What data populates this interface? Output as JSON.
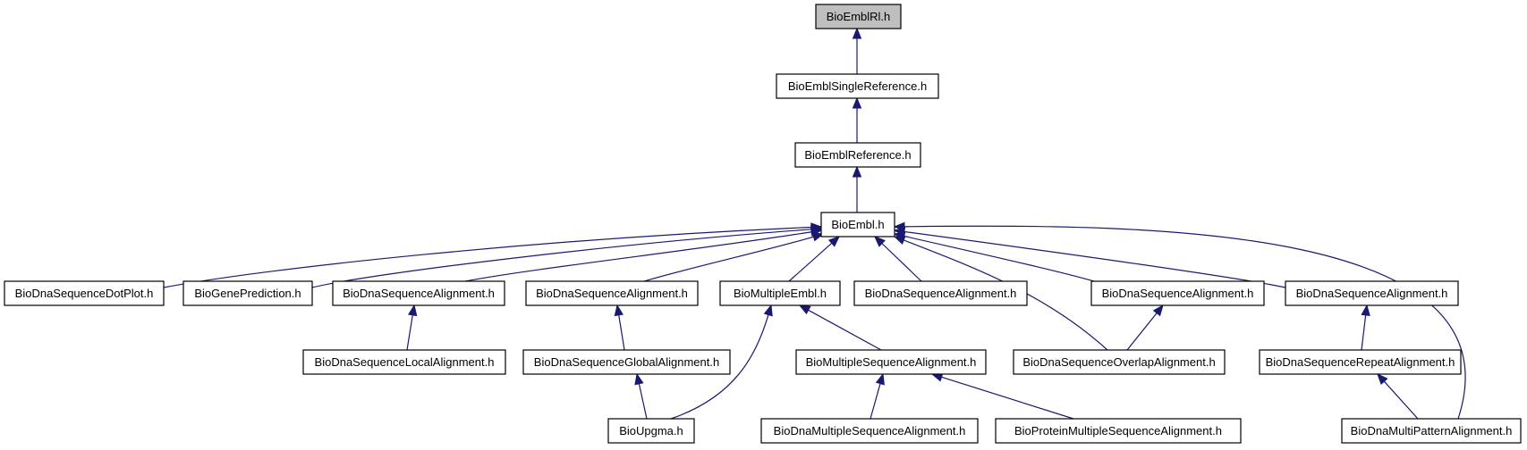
{
  "colors": {
    "edge": "#191970",
    "node_fill": "#ffffff",
    "root_fill": "#bfbfbf",
    "node_border": "#000000"
  },
  "nodes": [
    {
      "id": "n0",
      "label": "BioEmblRl.h",
      "root": true
    },
    {
      "id": "n1",
      "label": "BioEmblSingleReference.h"
    },
    {
      "id": "n2",
      "label": "BioEmblReference.h"
    },
    {
      "id": "n3",
      "label": "BioEmbl.h"
    },
    {
      "id": "n4",
      "label": "BioDnaSequenceDotPlot.h"
    },
    {
      "id": "n5",
      "label": "BioGenePrediction.h"
    },
    {
      "id": "n6",
      "label": "BioDnaSequenceAlignment.h"
    },
    {
      "id": "n7",
      "label": "BioDnaSequenceAlignment.h"
    },
    {
      "id": "n8",
      "label": "BioMultipleEmbl.h"
    },
    {
      "id": "n9",
      "label": "BioDnaSequenceAlignment.h"
    },
    {
      "id": "n10",
      "label": "BioDnaSequenceAlignment.h"
    },
    {
      "id": "n11",
      "label": "BioDnaSequenceAlignment.h"
    },
    {
      "id": "n12",
      "label": "BioDnaSequenceLocalAlignment.h"
    },
    {
      "id": "n13",
      "label": "BioDnaSequenceGlobalAlignment.h"
    },
    {
      "id": "n14",
      "label": "BioMultipleSequenceAlignment.h"
    },
    {
      "id": "n15",
      "label": "BioDnaSequenceOverlapAlignment.h"
    },
    {
      "id": "n16",
      "label": "BioDnaSequenceRepeatAlignment.h"
    },
    {
      "id": "n17",
      "label": "BioUpgma.h"
    },
    {
      "id": "n18",
      "label": "BioDnaMultipleSequenceAlignment.h"
    },
    {
      "id": "n19",
      "label": "BioProteinMultipleSequenceAlignment.h"
    },
    {
      "id": "n20",
      "label": "BioDnaMultiPatternAlignment.h"
    }
  ],
  "edges": [
    {
      "from": "n1",
      "to": "n0"
    },
    {
      "from": "n2",
      "to": "n1"
    },
    {
      "from": "n3",
      "to": "n2"
    },
    {
      "from": "n4",
      "to": "n3"
    },
    {
      "from": "n5",
      "to": "n3"
    },
    {
      "from": "n6",
      "to": "n3"
    },
    {
      "from": "n7",
      "to": "n3"
    },
    {
      "from": "n8",
      "to": "n3"
    },
    {
      "from": "n9",
      "to": "n3"
    },
    {
      "from": "n10",
      "to": "n3"
    },
    {
      "from": "n11",
      "to": "n3"
    },
    {
      "from": "n15",
      "to": "n3"
    },
    {
      "from": "n20",
      "to": "n3"
    },
    {
      "from": "n12",
      "to": "n6"
    },
    {
      "from": "n13",
      "to": "n7"
    },
    {
      "from": "n17",
      "to": "n13"
    },
    {
      "from": "n17",
      "to": "n8"
    },
    {
      "from": "n14",
      "to": "n8"
    },
    {
      "from": "n18",
      "to": "n14"
    },
    {
      "from": "n19",
      "to": "n14"
    },
    {
      "from": "n15",
      "to": "n10"
    },
    {
      "from": "n16",
      "to": "n11"
    },
    {
      "from": "n20",
      "to": "n16"
    }
  ]
}
